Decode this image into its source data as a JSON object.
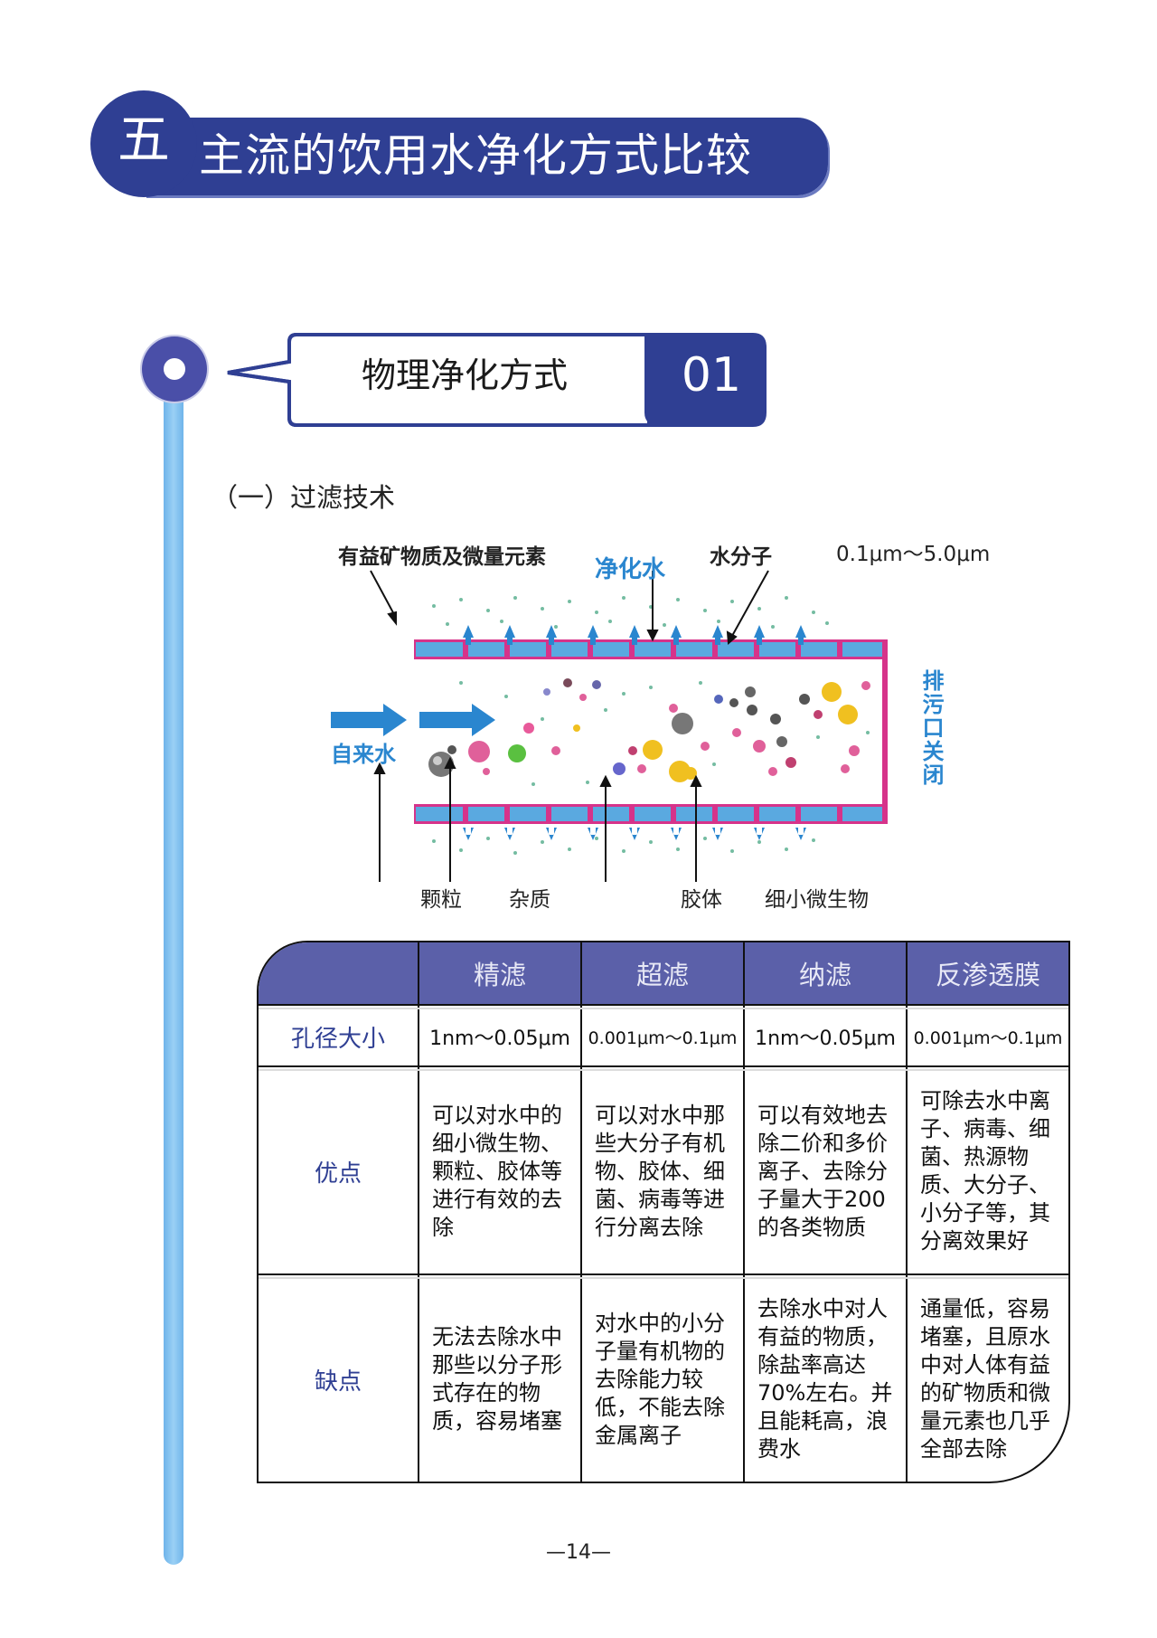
{
  "section": {
    "number": "五",
    "title": "主流的饮用水净化方式比较"
  },
  "callout": {
    "title": "物理净化方式",
    "number": "01"
  },
  "subsection": {
    "title": "（一）过滤技术"
  },
  "diagram": {
    "labels": {
      "minerals": "有益矿物质及微量元素",
      "purified_water": "净化水",
      "water_molecule": "水分子",
      "pore_range": "0.1μm～5.0μm",
      "tap_water": "自来水",
      "drain_closed": "排污口关闭",
      "particles": "颗粒",
      "impurities": "杂质",
      "colloids": "胶体",
      "microorganisms": "细小微生物"
    },
    "colors": {
      "membrane": "#5aa9e0",
      "membrane_edge": "#d6338a",
      "arrow": "#2a86cf"
    }
  },
  "table": {
    "headers": [
      "精滤",
      "超滤",
      "纳滤",
      "反渗透膜"
    ],
    "rows": [
      {
        "label": "孔径大小",
        "cells": [
          "1nm～0.05μm",
          "0.001μm～0.1μm",
          "1nm～0.05μm",
          "0.001μm～0.1μm"
        ]
      },
      {
        "label": "优点",
        "cells": [
          "可以对水中的细小微生物、颗粒、胶体等进行有效的去除",
          "可以对水中那些大分子有机物、胶体、细菌、病毒等进行分离去除",
          "可以有效地去除二价和多价离子、去除分子量大于200的各类物质",
          "可除去水中离子、病毒、细菌、热源物质、大分子、小分子等，其分离效果好"
        ]
      },
      {
        "label": "缺点",
        "cells": [
          "无法去除水中那些以分子形式存在的物质，容易堵塞",
          "对水中的小分子量有机物的去除能力较低，不能去除金属离子",
          "去除水中对人有益的物质，除盐率高达70%左右。并且能耗高，浪费水",
          "通量低，容易堵塞，且原水中对人体有益的矿物质和微量元素也几乎全部去除"
        ]
      }
    ]
  },
  "page_number": "—14—",
  "colors": {
    "primary": "#2f3f93",
    "table_header": "#5b60a9",
    "timeline": "#6fb4ea"
  }
}
